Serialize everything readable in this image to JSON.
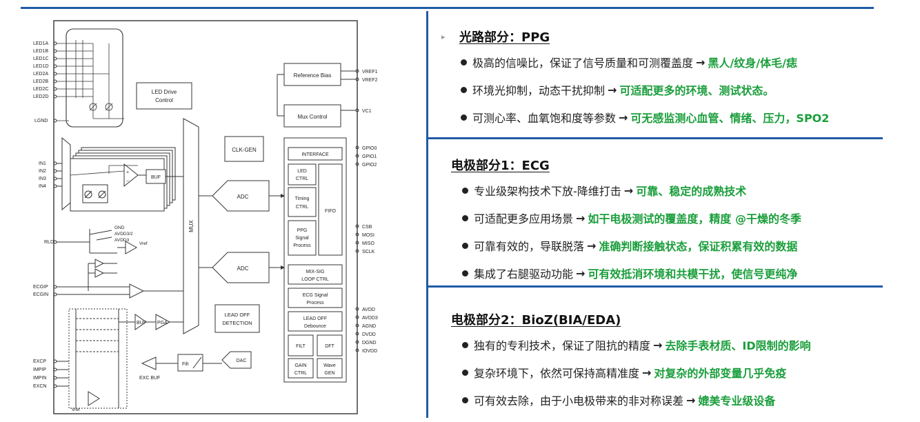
{
  "diagram": {
    "led_pins": [
      "LED1A",
      "LED1B",
      "LED1C",
      "LED1D",
      "LED2A",
      "LED2B",
      "LED2C",
      "LED2D"
    ],
    "lgnd": "LGND",
    "in_pins": [
      "IN1",
      "IN2",
      "IN3",
      "IN4"
    ],
    "rld": "RLD",
    "ecg_pins": [
      "ECGIP",
      "ECGIN"
    ],
    "exc_pins": [
      "EXCP",
      "IMPIP",
      "IMPIN",
      "EXCN"
    ],
    "led_drive_line1": "LED Drive",
    "led_drive_line2": "Control",
    "ref_bias": "Reference Bias",
    "mux_control": "Mux Control",
    "clk_gen": "CLK-GEN",
    "buf": "BUF",
    "mux": "MUX",
    "adc1": "ADC",
    "adc2": "ADC",
    "gnd": "GND",
    "avdd32": "AVDD3/2",
    "avdd3_sw": "AVDD3",
    "vref1": "Vref",
    "vref2": "Vref",
    "lead_off_line1": "LEAD OFF",
    "lead_off_line2": "DETECTION",
    "buf2": "BUF",
    "pga": "PGA",
    "exc_buf": "EXC BUF",
    "filt_small": "Filt",
    "dac": "DAC",
    "interface": "INTERFACE",
    "led_ctrl_1": "LED",
    "led_ctrl_2": "CTRL",
    "timing_1": "Timing",
    "timing_2": "CTRL",
    "ppg_1": "PPG",
    "ppg_2": "Signal",
    "ppg_3": "Process",
    "fifo": "FIFO",
    "mixsig_1": "MIX-SIG",
    "mixsig_2": "LOOP CTRL",
    "ecgsig_1": "ECG Signal",
    "ecgsig_2": "Process",
    "leadoff_deb_1": "LEAD OFF",
    "leadoff_deb_2": "Debounce",
    "filt": "FILT",
    "dft": "DFT",
    "gain_1": "GAIN",
    "gain_2": "CTRL",
    "wave_1": "Wave",
    "wave_2": "GEN",
    "right_pins_a": [
      "VREF1",
      "VREF2"
    ],
    "vc1": "VC1",
    "gpio": [
      "GPIO0",
      "GPIO1",
      "GPIO2"
    ],
    "spi": [
      "CSB",
      "MOSI",
      "MISO",
      "SCLK"
    ],
    "power": [
      "AVDD",
      "AVDD3",
      "AGND",
      "DVDD",
      "DGND",
      "IOVDD"
    ]
  },
  "sections": [
    {
      "title": "光路部分：PPG",
      "bullets": [
        {
          "text": "极高的信噪比，保证了信号质量和可测覆盖度",
          "arrow": "→",
          "highlight": "黑人/纹身/体毛/痣"
        },
        {
          "text": "环境光抑制，动态干扰抑制",
          "arrow": "→",
          "highlight": "可适配更多的环境、测试状态。"
        },
        {
          "text": "可测心率、血氧饱和度等参数",
          "arrow": "→",
          "highlight": "可无感监测心血管、情绪、压力，SPO2"
        }
      ]
    },
    {
      "title": "电极部分1：ECG",
      "bullets": [
        {
          "text": "专业级架构技术下放-降维打击",
          "arrow": "→",
          "highlight": "可靠、稳定的成熟技术"
        },
        {
          "text": "可适配更多应用场景",
          "arrow": "→",
          "highlight": "如干电极测试的覆盖度，精度 @干燥的冬季"
        },
        {
          "text": "可靠有效的，导联脱落",
          "arrow": "→",
          "highlight": "准确判断接触状态，保证积累有效的数据"
        },
        {
          "text": "集成了右腿驱动功能",
          "arrow": "→",
          "highlight": "可有效抵消环境和共模干扰，使信号更纯净"
        }
      ]
    },
    {
      "title": "电极部分2：BioZ(BIA/EDA)",
      "bullets": [
        {
          "text": "独有的专利技术，保证了阻抗的精度",
          "arrow": "→",
          "highlight": "去除手表材质、ID限制的影响"
        },
        {
          "text": "复杂环境下，依然可保持高精准度",
          "arrow": "→",
          "highlight": "对复杂的外部变量几乎免疫"
        },
        {
          "text": "可有效去除，由于小电极带来的非对称误差",
          "arrow": "→",
          "highlight": "媲美专业级设备"
        }
      ]
    }
  ]
}
